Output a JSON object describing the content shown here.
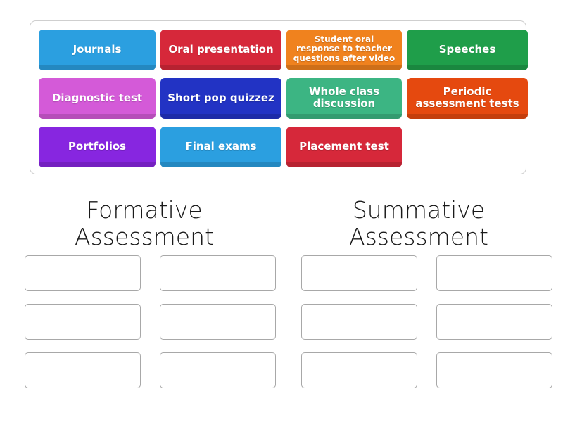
{
  "app": {
    "type": "drag-and-drop-sorting-activity"
  },
  "tile_bank": {
    "rows": [
      [
        {
          "label": "Journals",
          "color": "#2b9fe0",
          "width_class": "w-166",
          "small": false
        },
        {
          "label": "Oral presentation",
          "color": "#d6283a",
          "width_class": "w-172",
          "small": false
        },
        {
          "label": "Student oral response to teacher questions after video",
          "color": "#f0821e",
          "width_class": "w-164",
          "small": true
        },
        {
          "label": "Speeches",
          "color": "#1f9e4a",
          "width_class": "w-172",
          "small": false
        }
      ],
      [
        {
          "label": "Diagnostic test",
          "color": "#d45ad8",
          "width_class": "w-166",
          "small": false
        },
        {
          "label": "Short pop quizzez",
          "color": "#2233c4",
          "width_class": "w-172",
          "small": false
        },
        {
          "label": "Whole class discussion",
          "color": "#3cb583",
          "width_class": "w-164",
          "small": false
        },
        {
          "label": "Periodic assessment tests",
          "color": "#e5490f",
          "width_class": "w-172",
          "small": false
        }
      ],
      [
        {
          "label": "Portfolios",
          "color": "#8726e0",
          "width_class": "w-166",
          "small": false
        },
        {
          "label": "Final exams",
          "color": "#2b9fe0",
          "width_class": "w-172",
          "small": false
        },
        {
          "label": "Placement test",
          "color": "#d6283a",
          "width_class": "w-164",
          "small": false
        }
      ]
    ]
  },
  "columns": [
    {
      "heading_line1": "Formative",
      "heading_line2": "Assessment",
      "dropzone_count": 6
    },
    {
      "heading_line1": "Summative",
      "heading_line2": "Assessment",
      "dropzone_count": 6
    }
  ],
  "colors": {
    "page_background": "#ffffff",
    "bank_border": "#cfcfcf",
    "dropzone_border": "#a8a8a8",
    "heading_text": "#1a1a1a",
    "tile_text": "#ffffff"
  }
}
